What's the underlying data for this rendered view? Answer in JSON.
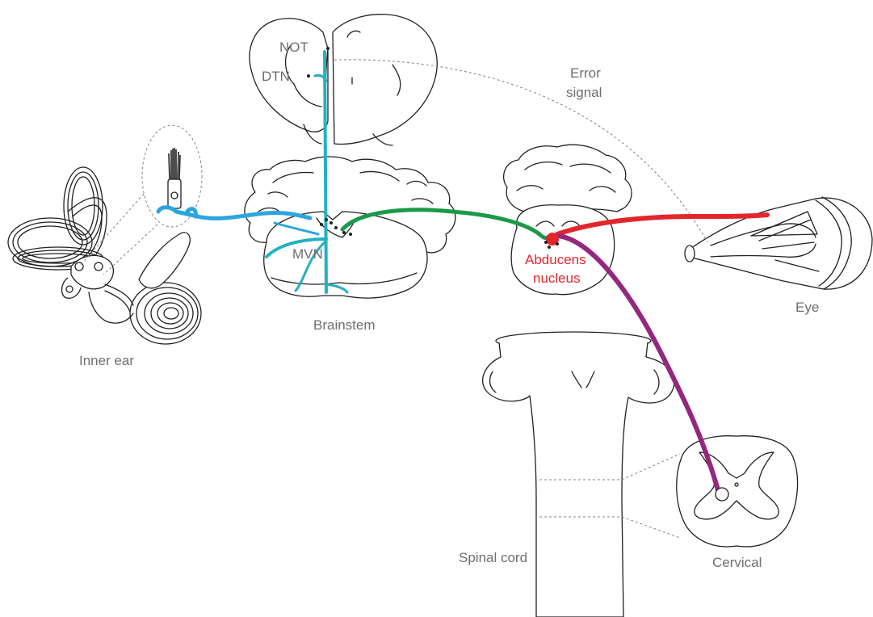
{
  "labels": {
    "not": "NOT",
    "dtn": "DTN",
    "error_signal_line1": "Error",
    "error_signal_line2": "signal",
    "mvn": "MVN",
    "brainstem": "Brainstem",
    "inner_ear": "Inner ear",
    "abducens_line1": "Abducens",
    "abducens_line2": "nucleus",
    "eye": "Eye",
    "spinal_cord": "Spinal cord",
    "cervical": "Cervical"
  },
  "colors": {
    "vestibular_afferent": "#2aa6de",
    "nucleus_pathway": "#22b1c2",
    "mvn_to_abducens": "#1a9a48",
    "abducens_to_eye": "#e3262b",
    "abducens_to_cervical": "#93287e",
    "label_gray": "#6d6e70",
    "label_red": "#e3262b",
    "outline": "#231f20",
    "error_signal_dotted": "#808285"
  }
}
